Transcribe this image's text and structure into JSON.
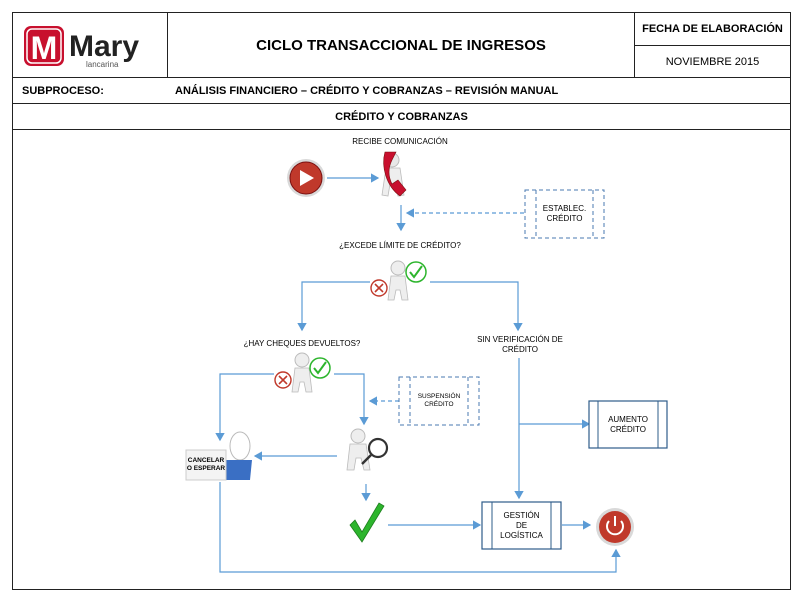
{
  "header": {
    "logo_text": "Mary",
    "logo_subtext": "lancarina",
    "logo_letter": "M",
    "title": "CICLO TRANSACCIONAL  DE INGRESOS",
    "date_label": "FECHA DE ELABORACIÓN",
    "date_value": "NOVIEMBRE 2015"
  },
  "subprocess": {
    "label": "SUBPROCESO:",
    "value": "ANÁLISIS FINANCIERO – CRÉDITO Y COBRANZAS  – REVISIÓN MANUAL"
  },
  "section_title": "CRÉDITO Y COBRANZAS",
  "diagram": {
    "recibe": "RECIBE COMUNICACIÓN",
    "establec_line1": "ESTABLEC.",
    "establec_line2": "CRÉDITO",
    "excede": "¿EXCEDE LÍMITE DE CRÉDITO?",
    "cheques": "¿HAY CHEQUES DEVUELTOS?",
    "sin_verif_line1": "SIN VERIFICACIÓN DE",
    "sin_verif_line2": "CRÉDITO",
    "suspension_line1": "SUSPENSIÓN",
    "suspension_line2": "CRÉDITO",
    "aumento_line1": "AUMENTO",
    "aumento_line2": "CRÉDITO",
    "cancelar_line1": "CANCELAR",
    "cancelar_line2": "O  ESPERAR",
    "gestion_line1": "GESTIÓN",
    "gestion_line2": "DE",
    "gestion_line3": "LOGÍSTICA"
  },
  "colors": {
    "brand_red": "#c8102e",
    "arrow_blue": "#5b9bd5",
    "box_border": "#2e5c8a",
    "check_green": "#2db52d",
    "x_red": "#c0392b"
  }
}
